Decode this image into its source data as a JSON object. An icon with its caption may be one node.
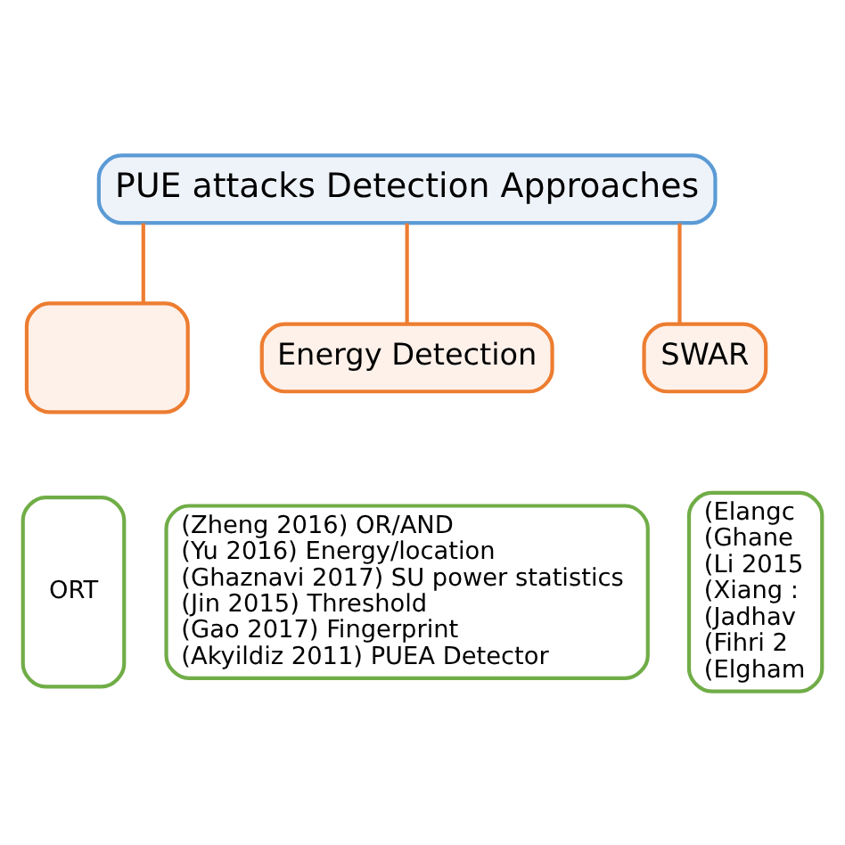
{
  "diagram": {
    "nodes": [
      {
        "text": [
          "PUE attacks Detection Approaches"
        ]
      },
      {
        "text": [],
        "shape": "box"
      },
      {
        "text": [
          "Energy Detection"
        ]
      },
      {
        "text": [
          "SWAR"
        ]
      },
      {
        "text": [
          "ORT"
        ]
      },
      {
        "text": [
          "(Zheng 2016) OR/AND",
          "(Yu 2016) Energy/location",
          "(Ghaznavi 2017) SU power statistics",
          "(Jin 2015) Threshold",
          "(Gao 2017) Fingerprint",
          "(Akyildiz 2011) PUEA Detector"
        ]
      },
      {
        "text": [
          "(Elangc",
          "(Ghane",
          "(Li 2015",
          "(Xiang :",
          "(Jadhav",
          "(Fihri 2",
          "(Elgham"
        ]
      }
    ],
    "edges": [
      {
        "from": 0,
        "to": 1,
        "arrow": "none"
      },
      {
        "from": 0,
        "to": 2,
        "arrow": "none"
      },
      {
        "from": 0,
        "to": 3,
        "arrow": "none"
      }
    ]
  }
}
